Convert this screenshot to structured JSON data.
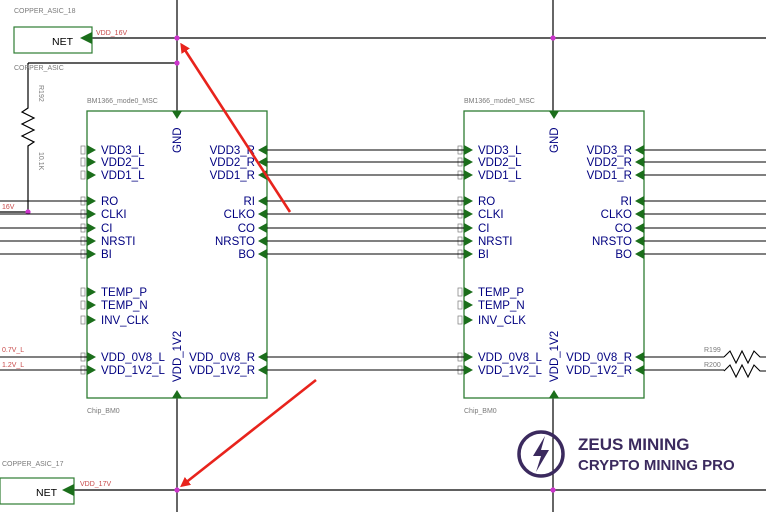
{
  "schematic": {
    "ports": {
      "top": {
        "label": "NET",
        "title": "COPPER_ASIC_18",
        "net": "VDD_16V"
      },
      "bottom": {
        "label": "NET",
        "title": "COPPER_ASIC_17",
        "net": "VDD_17V"
      },
      "top_sub": "COPPER_ASIC",
      "left_16v": "16V"
    },
    "resistor_left": {
      "ref": "R192",
      "value": "10.1K"
    },
    "resistors_right": [
      "R199",
      "R200"
    ],
    "left_power": [
      "0.7V_L",
      "1.2V_L"
    ],
    "chips": [
      {
        "part": "BM1366_mode0_MSC",
        "name": "Chip_BM0",
        "gnd": "GND",
        "vdd12": "VDD_1V2",
        "left_pins": [
          "VDD3_L",
          "VDD2_L",
          "VDD1_L",
          "RO",
          "CLKI",
          "CI",
          "NRSTI",
          "BI",
          "TEMP_P",
          "TEMP_N",
          "INV_CLK",
          "VDD_0V8_L",
          "VDD_1V2_L"
        ],
        "right_pins": [
          "VDD3_R",
          "VDD2_R",
          "VDD1_R",
          "RI",
          "CLKO",
          "CO",
          "NRSTO",
          "BO",
          "VDD_0V8_R",
          "VDD_1V2_R"
        ]
      },
      {
        "part": "BM1366_mode0_MSC",
        "name": "Chip_BM0",
        "gnd": "GND",
        "vdd12": "VDD_1V2",
        "left_pins": [
          "VDD3_L",
          "VDD2_L",
          "VDD1_L",
          "RO",
          "CLKI",
          "CI",
          "NRSTI",
          "BI",
          "TEMP_P",
          "TEMP_N",
          "INV_CLK",
          "VDD_0V8_L",
          "VDD_1V2_L"
        ],
        "right_pins": [
          "VDD3_R",
          "VDD2_R",
          "VDD1_R",
          "RI",
          "CLKO",
          "CO",
          "NRSTO",
          "BO",
          "VDD_0V8_R",
          "VDD_1V2_R"
        ]
      }
    ]
  },
  "watermark": {
    "line1": "ZEUS MINING",
    "line2": "CRYPTO MINING PRO"
  },
  "colors": {
    "wire": "#000000",
    "box": "#2e7d32",
    "pin_text": "#000080",
    "arrow": "#e8231c",
    "junction": "#cc33cc",
    "logo": "#3b2a5e"
  }
}
